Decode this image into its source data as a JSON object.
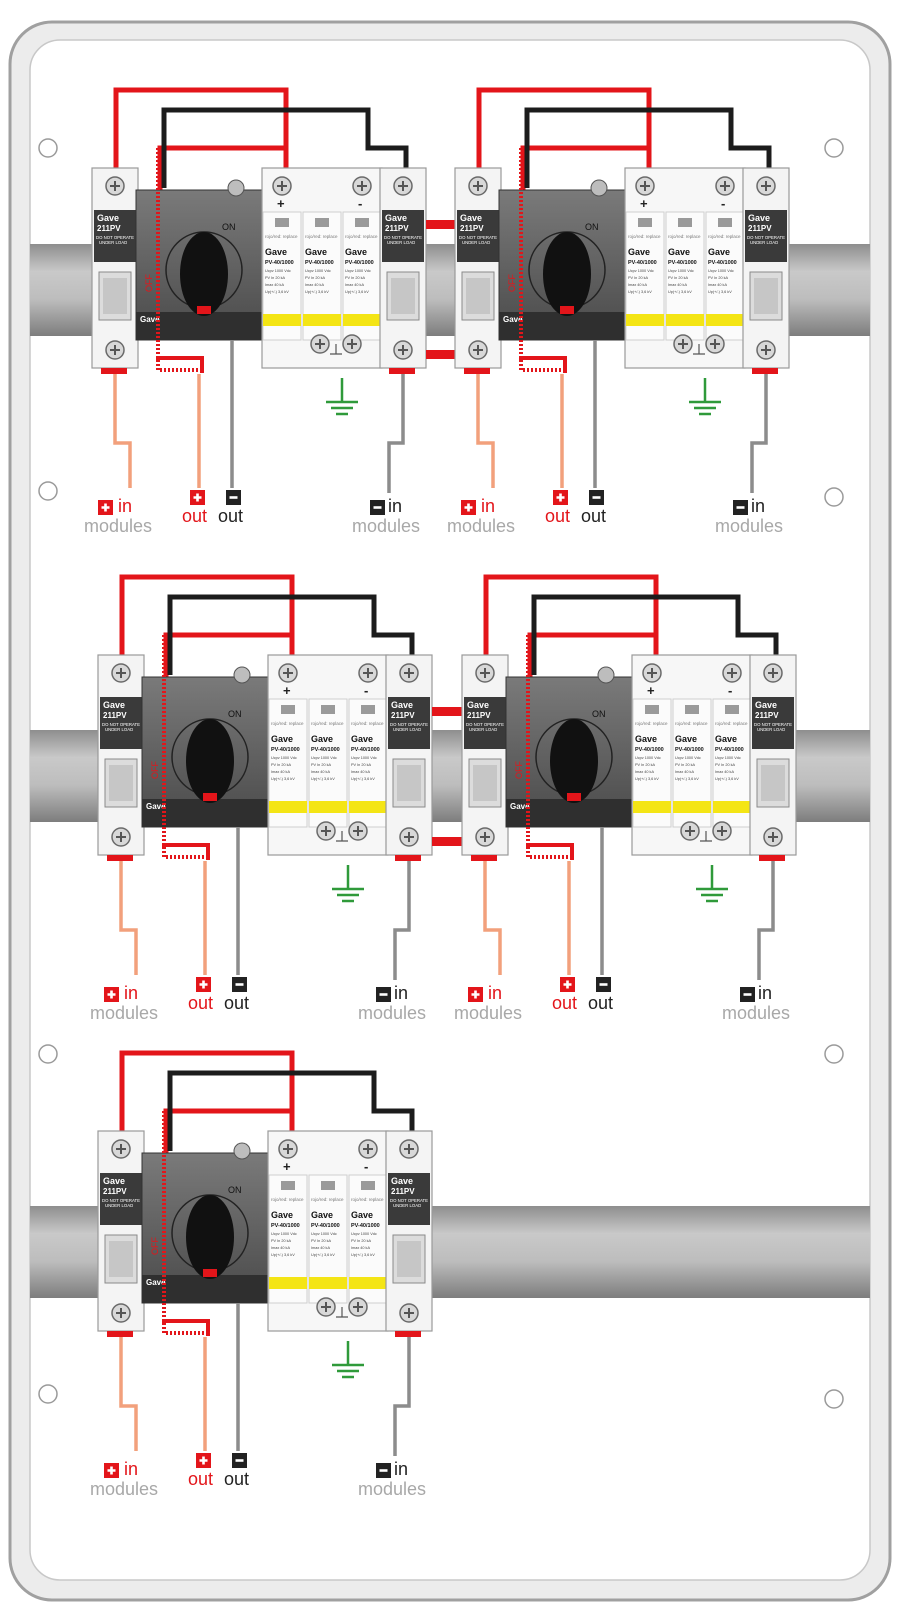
{
  "palette": {
    "enclosure_fill": "#e9e9e9",
    "enclosure_stroke": "#9a9a9a",
    "rail": "#b4b4b4",
    "wire_red": "#e3151a",
    "wire_black": "#1c1c1c",
    "wire_salmon": "#f2a07c",
    "wire_gray": "#8c8c8c",
    "ground_green": "#2f9a3a",
    "label_red": "#e3151a",
    "label_gray": "#a8a8a8",
    "label_dark": "#333333",
    "yellow_band": "#f4e515"
  },
  "breaker": {
    "brand": "Gave",
    "model": "211PV",
    "warning_line1": "DO NOT OPERATE",
    "warning_line2": "UNDER LOAD"
  },
  "switch": {
    "on_label": "ON",
    "off_label": "OFF",
    "brand": "Gave"
  },
  "spd": {
    "plus_sign": "+",
    "minus_sign": "-",
    "replace_text": "rojo/red: replace",
    "brand": "Gave",
    "model": "PV-40/1000",
    "spec_lines": [
      "Ucpv 1000 Vdc",
      "PV In 20 kA",
      "Imax 40 kA",
      "Up(+/-) 3,6 kV"
    ]
  },
  "labels": {
    "plus_in": "in",
    "plus_in_sub": "modules",
    "plus_out_sub": "out",
    "minus_out_sub": "out",
    "minus_in": "in",
    "minus_in_sub": "modules"
  },
  "icons": {
    "plus_badge": "+",
    "minus_badge": "-"
  }
}
